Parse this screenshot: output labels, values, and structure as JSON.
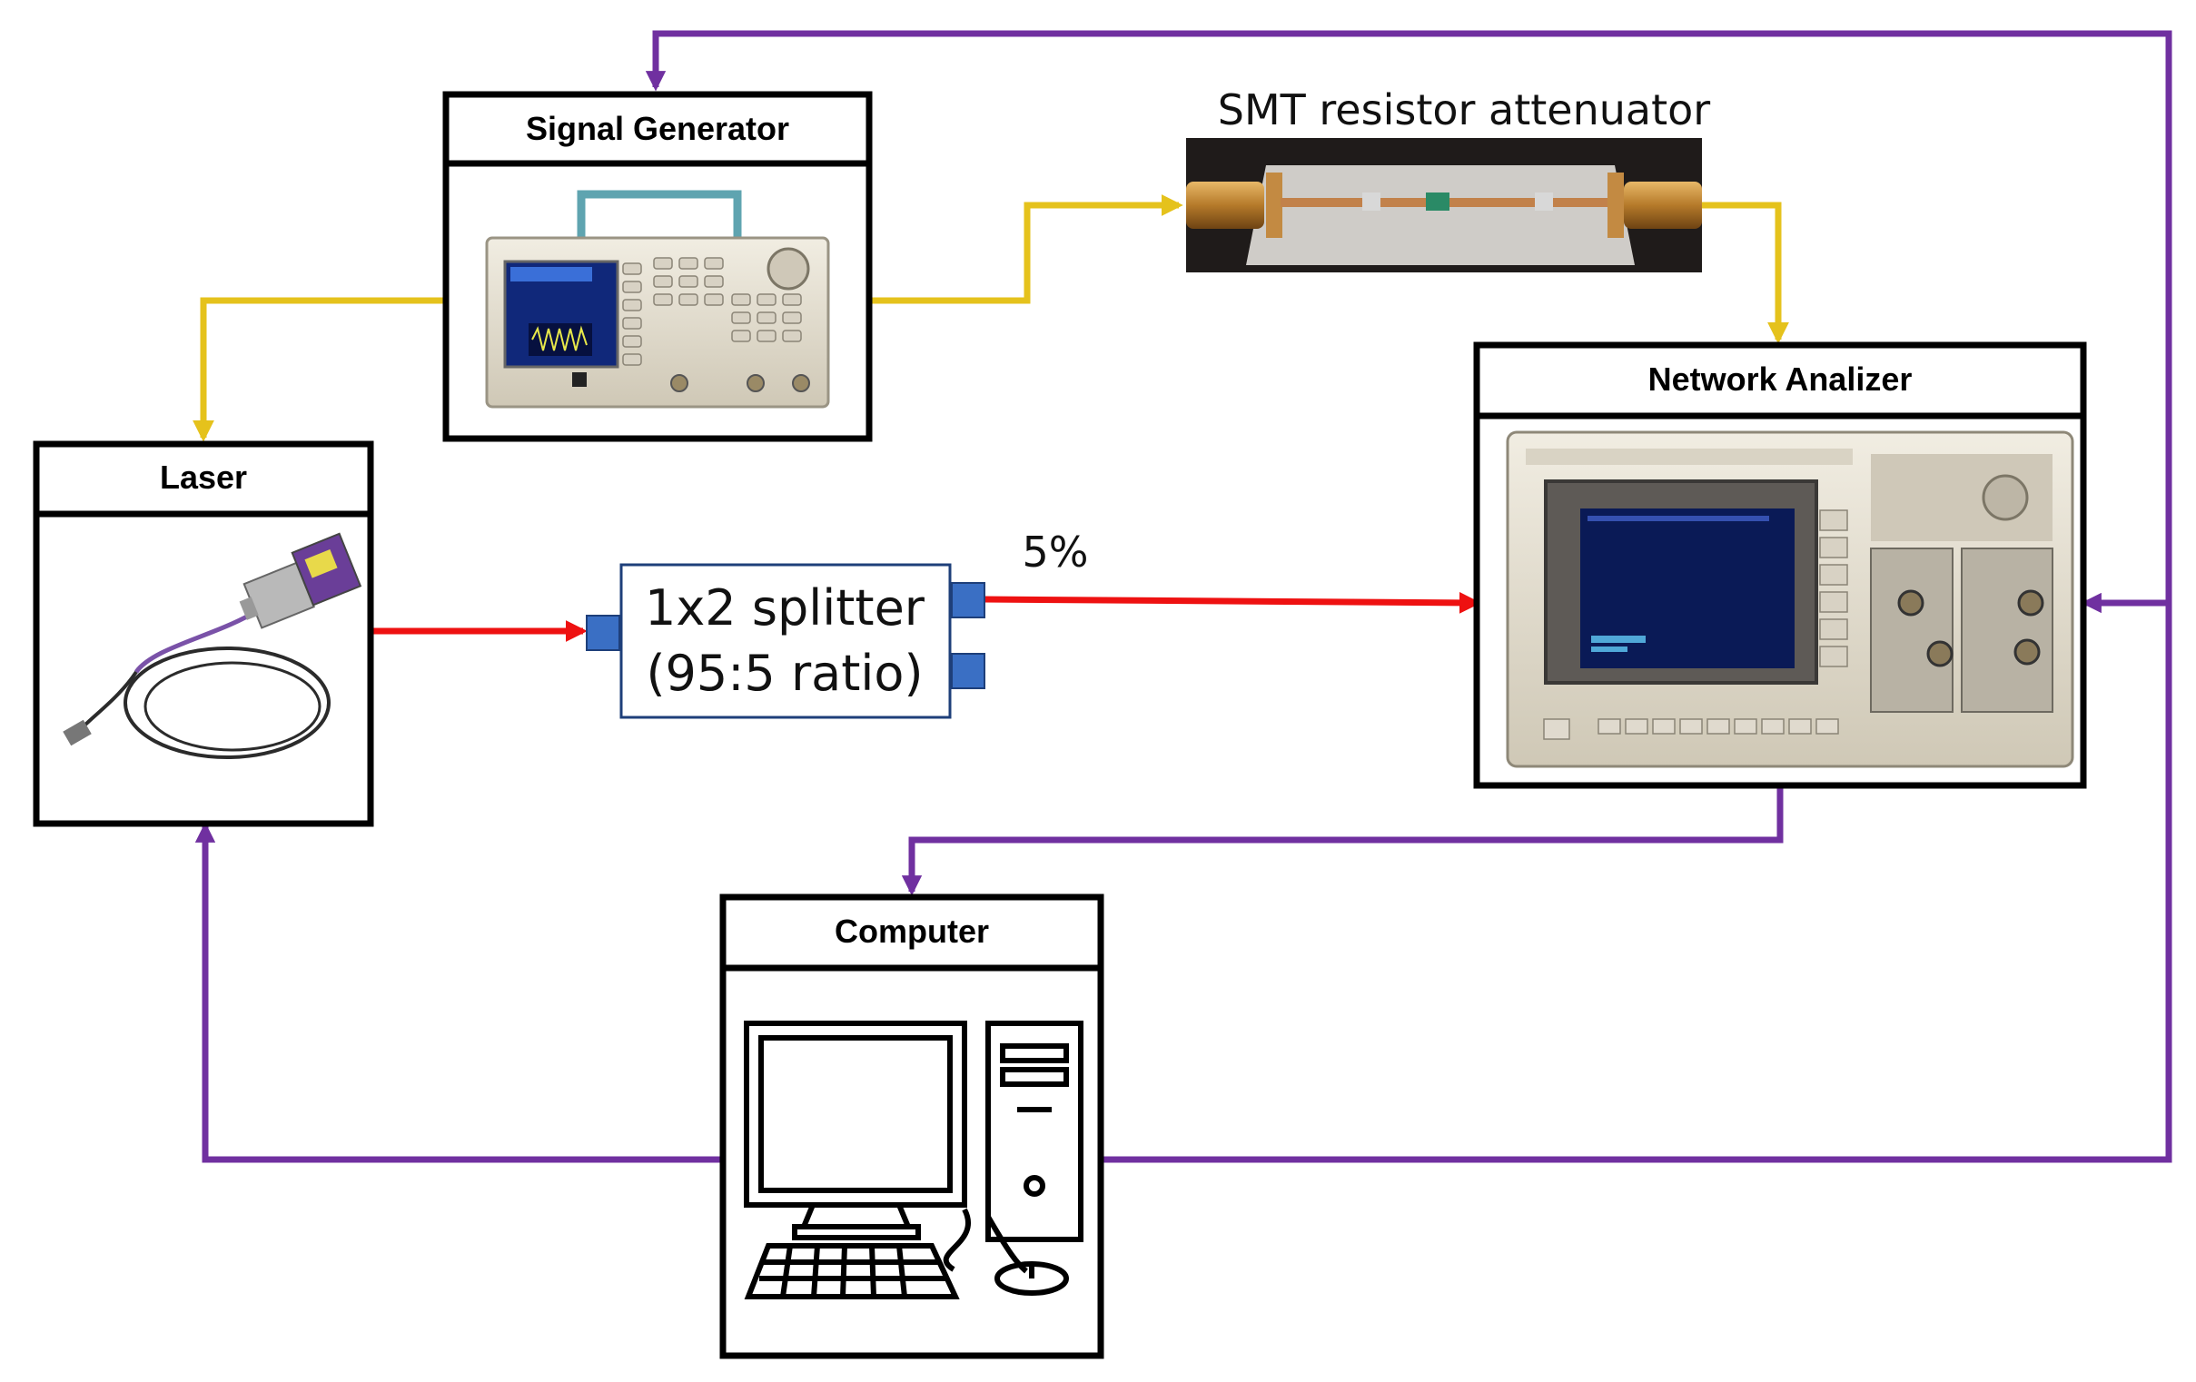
{
  "blocks": {
    "signal_generator": {
      "title": "Signal Generator"
    },
    "laser": {
      "title": "Laser"
    },
    "network_analyzer": {
      "title": "Network Analizer"
    },
    "computer": {
      "title": "Computer"
    },
    "attenuator": {
      "label": "SMT resistor attenuator"
    },
    "splitter": {
      "line1": "1x2 splitter",
      "line2": "(95:5 ratio)"
    }
  },
  "annotations": {
    "split_output": "5%"
  },
  "colors": {
    "rf_signal": "#e5c21c",
    "optical": "#ee1111",
    "control": "#7030a0",
    "splitter_port": "#3a6fc4",
    "box_border": "#000000"
  },
  "icons": {
    "signal_generator": "function-generator-photo",
    "laser": "fiber-laser-photo",
    "network_analyzer": "network-analyzer-photo",
    "attenuator": "smt-attenuator-board-photo",
    "computer": "desktop-computer-icon"
  }
}
